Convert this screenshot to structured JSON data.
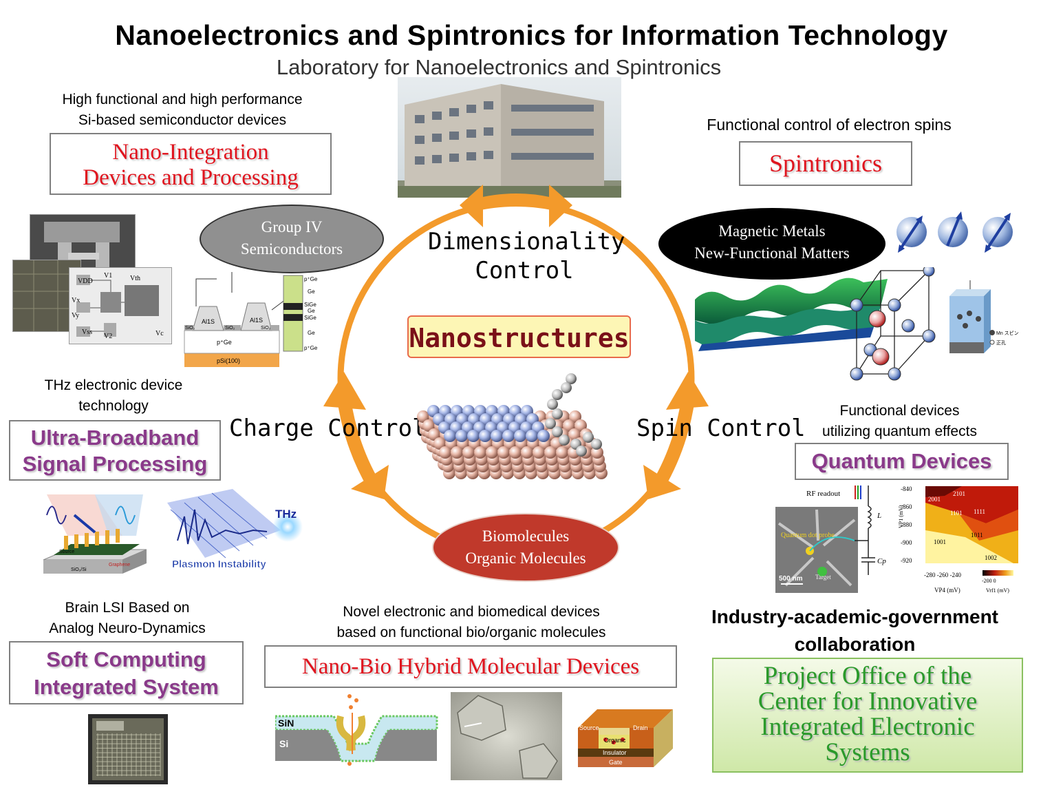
{
  "header": {
    "title": "Nanoelectronics and Spintronics for Information Technology",
    "subtitle": "Laboratory for Nanoelectronics and Spintronics"
  },
  "center": {
    "label": "Nanostructures",
    "dimensionality": "Dimensionality Control",
    "charge": "Charge Control",
    "spin": "Spin Control"
  },
  "ellipses": {
    "group4": [
      "Group IV",
      "Semiconductors"
    ],
    "magnetic": [
      "Magnetic Metals",
      "New-Functional Matters"
    ],
    "bio": [
      "Biomolecules",
      "Organic Molecules"
    ]
  },
  "areas": {
    "nano_integration": {
      "caption": [
        "High functional and high performance",
        "Si-based semiconductor devices"
      ],
      "title": [
        "Nano-Integration",
        "Devices and Processing"
      ]
    },
    "spintronics": {
      "caption": "Functional control of electron spins",
      "title": "Spintronics"
    },
    "thz": {
      "caption": [
        "THz electronic device",
        "technology"
      ],
      "title": [
        "Ultra-Broadband",
        "Signal Processing"
      ]
    },
    "quantum": {
      "caption": [
        "Functional devices",
        "utilizing quantum effects"
      ],
      "title": "Quantum Devices"
    },
    "soft": {
      "caption": [
        "Brain LSI Based on",
        "Analog Neuro-Dynamics"
      ],
      "title": [
        "Soft Computing",
        "Integrated System"
      ]
    },
    "nanobio": {
      "caption": [
        "Novel electronic and biomedical devices",
        "based on functional bio/organic molecules"
      ],
      "title": "Nano-Bio Hybrid Molecular Devices"
    },
    "project": {
      "caption": [
        "Industry-academic-government",
        "collaboration"
      ],
      "title": [
        "Project Office of the",
        "Center for Innovative",
        "Integrated Electronic",
        "Systems"
      ]
    }
  },
  "figures": {
    "device_layers": {
      "p_ge_top": "p⁺Ge",
      "ge1": "Ge",
      "sige1": "SiGe",
      "ge2": "Ge",
      "sige2": "SiGe",
      "ge3": "Ge",
      "p_ge_bot": "p⁺Ge",
      "al1": "Al1S",
      "al2": "Al1S",
      "sio2_a": "SiO₂",
      "sio2_b": "SiO₂",
      "sio2_c": "SiO₂",
      "pge": "p⁺Ge",
      "psi": "pSi(100)"
    },
    "circuit": {
      "vdd": "VDD",
      "v1": "V1",
      "vth": "Vth",
      "vx": "Vx",
      "vy": "Vy",
      "vss": "Vss",
      "v2": "V2",
      "vc": "Vc"
    },
    "thz": {
      "label": "THz",
      "plasmon": "Plasmon Instability",
      "graphene": "Graphene",
      "sio2si": "SiO₂/Si",
      "source": "Source"
    },
    "mn": {
      "spin": "Mn スピン",
      "hole": "正孔"
    },
    "quantum": {
      "rf": "RF readout",
      "qd": "Quantum dot probe",
      "target": "Target",
      "scale": "500 nm",
      "L": "L",
      "Cp": "Cp",
      "y_ticks": [
        "-840",
        "-860",
        "-880",
        "-900",
        "-920"
      ],
      "x_ticks": "-280 -260 -240",
      "y_label": "VP1 (mV)",
      "x_label": "VP4 (mV)",
      "cb_label": "Vrf1 (mV)",
      "cb_ticks": "-200    0",
      "regions": [
        "2001",
        "2101",
        "1101",
        "1111",
        "1001",
        "1011",
        "1002"
      ]
    },
    "nanobio": {
      "sin": "SiN",
      "si": "Si",
      "source": "Source",
      "drain": "Drain",
      "organic": "Organic",
      "insulator": "Insulator",
      "gate": "Gate"
    }
  }
}
